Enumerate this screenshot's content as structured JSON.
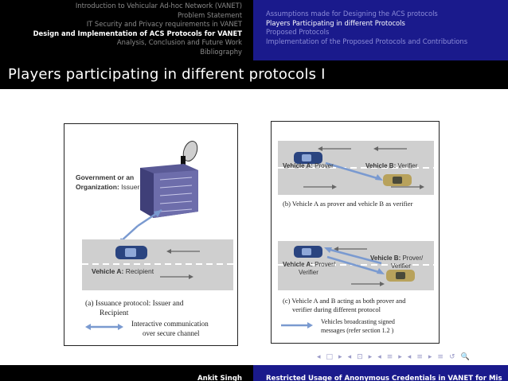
{
  "nav": {
    "left_items": [
      {
        "label": "Introduction to Vehicular Ad-hoc Network (VANET)",
        "active": false
      },
      {
        "label": "Problem Statement",
        "active": false
      },
      {
        "label": "IT Security and Privacy requirements in VANET",
        "active": false
      },
      {
        "label": "Design and Implementation of ACS Protocols for VANET",
        "active": true
      },
      {
        "label": "Analysis, Conclusion and Future Work",
        "active": false
      },
      {
        "label": "Bibliography",
        "active": false
      }
    ],
    "right_items": [
      {
        "label": "Assumptions made for Designing the ACS protocols",
        "active": false
      },
      {
        "label": "Players Participating in different Protocols",
        "active": true
      },
      {
        "label": "Proposed Protocols",
        "active": false
      },
      {
        "label": "Implementation of the Proposed Protocols and Contributions",
        "active": false
      }
    ]
  },
  "slide": {
    "title": "Players participating in different protocols I"
  },
  "figure_a": {
    "issuer_label_1": "Government or an",
    "issuer_label_2_bold": "Organization:",
    "issuer_label_2_rest": " Issuer",
    "vehicle_label_bold": "Vehicle A:",
    "vehicle_label_rest": " Recipient",
    "caption_1": "(a) Issuance protocol: Issuer and",
    "caption_2": "Recipient",
    "legend_1": "Interactive communication",
    "legend_2": "over secure channel"
  },
  "figure_b": {
    "top_vehicle_a_bold": "Vehicle A:",
    "top_vehicle_a_rest": " Prover",
    "top_vehicle_b_bold": "Vehicle B:",
    "top_vehicle_b_rest": " Verifier",
    "caption_b": "(b) Vehicle A as prover and vehicle B as verifier",
    "bottom_vehicle_a_bold": "Vehicle A:",
    "bottom_vehicle_a_rest": " Prover/",
    "bottom_vehicle_a_line2": "Verifier",
    "bottom_vehicle_b_bold": "Vehicle B:",
    "bottom_vehicle_b_rest": " Prover/",
    "bottom_vehicle_b_line2": "Verifier",
    "caption_c_1": "(c) Vehicle A and B acting as both prover and",
    "caption_c_2": "verifier during different protocol",
    "legend_1": "Vehicles broadcasting signed",
    "legend_2": "messages (refer section 1.2 )"
  },
  "beamer_nav": {
    "symbols": [
      "◂",
      "□",
      "▸",
      "◂",
      "⊡",
      "▸",
      "◂",
      "≡",
      "▸",
      "◂",
      "≡",
      "▸",
      "≡",
      "↺",
      "🔍"
    ]
  },
  "footer": {
    "author": "Ankit Singh",
    "talk_title": "Restricted Usage of Anonymous Credentials in VANET for Mis"
  },
  "colors": {
    "nav_left_bg": "#000000",
    "nav_right_bg": "#1a1a8c",
    "title_bar_bg": "#000000",
    "arrow_blue": "#7a9ad0",
    "road_gray": "#cfcfcf"
  }
}
